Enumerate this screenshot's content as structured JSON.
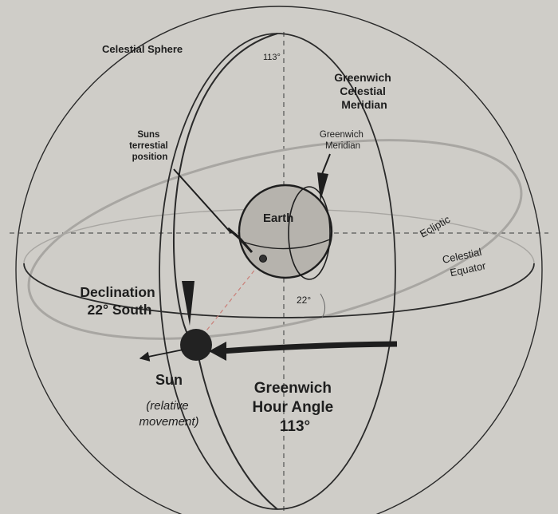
{
  "colors": {
    "paper": "#cfcdc8",
    "ink": "#1e1e1e",
    "sphere_line": "#2a2a2a",
    "ecliptic_line": "#a8a6a2",
    "earth_fill": "#b6b3ad",
    "sun_fill": "#222222",
    "dashed_red": "#c97f78",
    "gray_text": "#8d8b87"
  },
  "labels": {
    "celestial_sphere": "Celestial Sphere",
    "angle_top": "113°",
    "greenwich_celestial_meridian": [
      "Greenwich",
      "Celestial",
      "Meridian"
    ],
    "suns_terrestial_position": [
      "Suns",
      "terrestial",
      "position"
    ],
    "greenwich_meridian": [
      "Greenwich",
      "Meridian"
    ],
    "earth": "Earth",
    "ecliptic": "Ecliptic",
    "celestial_equator": [
      "Celestial",
      "Equator"
    ],
    "angle_22": "22°",
    "declination": [
      "Declination",
      "22° South"
    ],
    "sun": "Sun",
    "relative_movement": [
      "(relative",
      "movement)"
    ],
    "greenwich_hour_angle": [
      "Greenwich",
      "Hour Angle",
      "113°"
    ]
  }
}
